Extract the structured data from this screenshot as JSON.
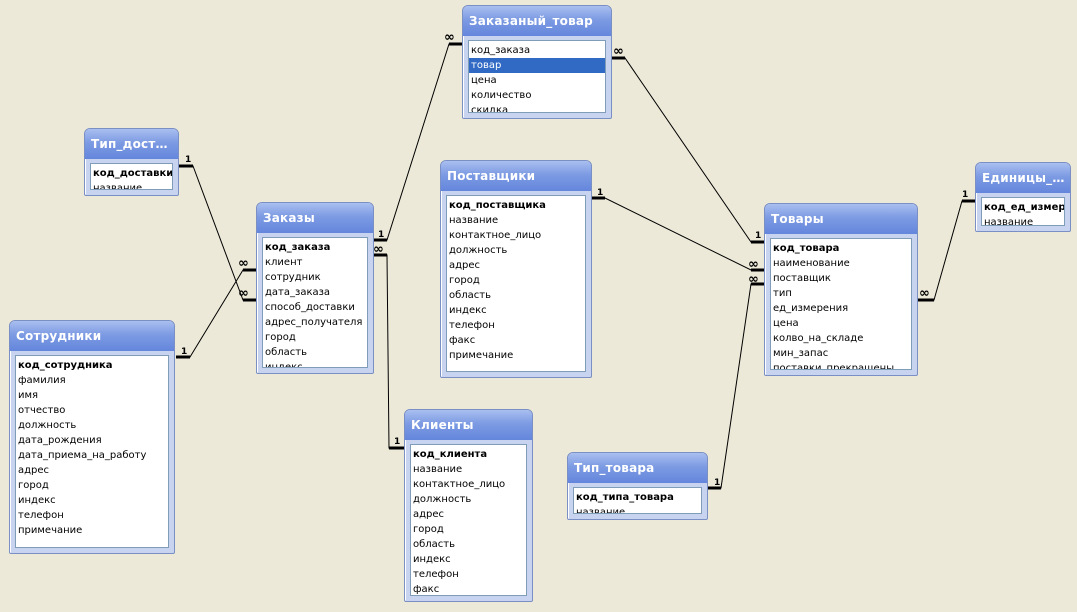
{
  "tables": {
    "tip_dostavki": {
      "title": "Тип_дост…",
      "fields": [
        "код_доставки",
        "название"
      ]
    },
    "sotrudniki": {
      "title": "Сотрудники",
      "fields": [
        "код_сотрудника",
        "фамилия",
        "имя",
        "отчество",
        "должность",
        "дата_рождения",
        "дата_приема_на_работу",
        "адрес",
        "город",
        "индекс",
        "телефон",
        "примечание"
      ]
    },
    "zakazy": {
      "title": "Заказы",
      "fields": [
        "код_заказа",
        "клиент",
        "сотрудник",
        "дата_заказа",
        "способ_доставки",
        "адрес_получателя",
        "город",
        "область",
        "индекс"
      ]
    },
    "zakazanny_tovar": {
      "title": "Заказаный_товар",
      "fields": [
        "код_заказа",
        "товар",
        "цена",
        "количество",
        "скидка"
      ]
    },
    "postavshchiki": {
      "title": "Поставщики",
      "fields": [
        "код_поставщика",
        "название",
        "контактное_лицо",
        "должность",
        "адрес",
        "город",
        "область",
        "индекс",
        "телефон",
        "факс",
        "примечание"
      ]
    },
    "klienty": {
      "title": "Клиенты",
      "fields": [
        "код_клиента",
        "название",
        "контактное_лицо",
        "должность",
        "адрес",
        "город",
        "область",
        "индекс",
        "телефон",
        "факс"
      ]
    },
    "tovary": {
      "title": "Товары",
      "fields": [
        "код_товара",
        "наименование",
        "поставщик",
        "тип",
        "ед_измерения",
        "цена",
        "колво_на_складе",
        "мин_запас",
        "поставки_прекращены"
      ]
    },
    "edinicy": {
      "title": "Единицы_…",
      "fields": [
        "код_ед_измерения",
        "название"
      ]
    },
    "tip_tovara": {
      "title": "Тип_товара",
      "fields": [
        "код_типа_товара",
        "название"
      ]
    }
  },
  "relationship_labels": {
    "one": "1",
    "many": "∞"
  }
}
